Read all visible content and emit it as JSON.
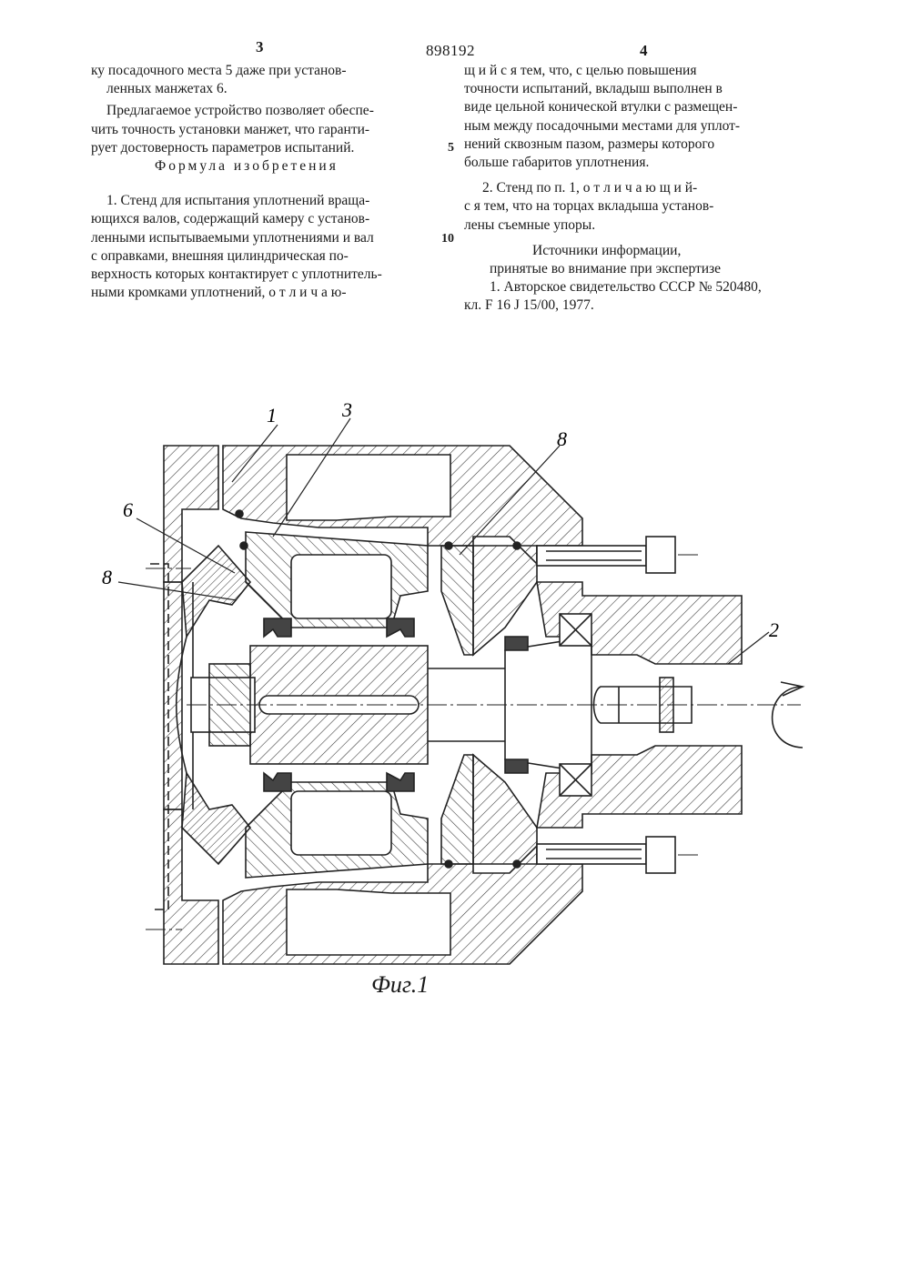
{
  "header": {
    "page_left": "3",
    "patent_number": "898192",
    "page_right": "4"
  },
  "left_column": {
    "lines": [
      "ку посадочного места 5 даже при установ-",
      "ленных манжетах 6.",
      "Предлагаемое устройство позволяет обеспе-",
      "чить точность установки манжет, что гаранти-",
      "рует достоверность параметров испытаний."
    ],
    "formula_heading": "Формула изобретения",
    "claim1_lines": [
      "1. Стенд для испытания уплотнений враща-",
      "ющихся валов, содержащий камеру с установ-",
      "ленными испытываемыми уплотнениями и вал",
      "с оправками, внешняя цилиндрическая по-",
      "верхность которых контактирует с уплотнитель-",
      "ными кромками уплотнений, о т л и ч а ю-"
    ]
  },
  "margin_numbers": {
    "five": "5",
    "ten": "10"
  },
  "right_column": {
    "lines": [
      "щ и й с я  тем, что, с целью повышения",
      "точности испытаний, вкладыш выполнен в",
      "виде цельной конической втулки с размещен-",
      "ным между посадочными местами для уплот-",
      "нений сквозным пазом, размеры которого",
      "больше габаритов уплотнения."
    ],
    "claim2_lines": [
      "2. Стенд по п. 1, о т л и ч а ю щ и й-",
      "с я  тем, что на торцах вкладыша установ-",
      "лены съемные упоры."
    ],
    "sources_heading_1": "Источники информации,",
    "sources_heading_2": "принятые во внимание при экспертизе",
    "source1_lines": [
      "1. Авторское свидетельство СССР № 520480,",
      "кл. F 16 J 15/00, 1977."
    ]
  },
  "figure": {
    "callouts": {
      "c1": "1",
      "c3": "3",
      "c6": "6",
      "c8_left": "8",
      "c8_top": "8",
      "c2": "2"
    },
    "caption": "Фиг.1"
  }
}
